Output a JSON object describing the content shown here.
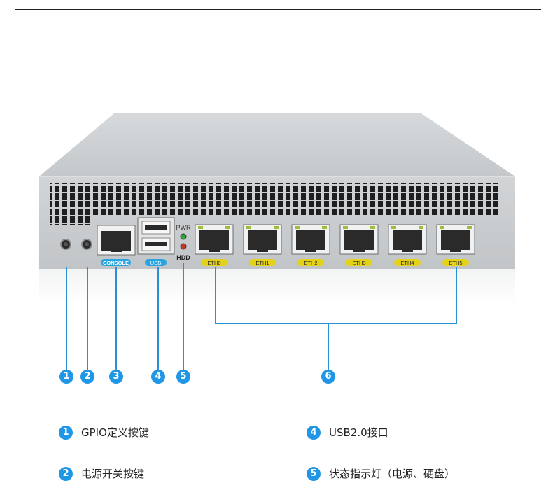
{
  "device": {
    "port_labels": {
      "console": "CONSOLE",
      "usb": "USB",
      "pwr": "PWR",
      "hdd": "HDD",
      "eth": [
        "ETH0",
        "ETH1",
        "ETH2",
        "ETH3",
        "ETH4",
        "ETH5"
      ]
    },
    "colors": {
      "chassis": "#bfc3c5",
      "console_tag": "#2aa4e0",
      "usb_tag": "#2aa4e0",
      "eth_tag": "#e4d21a",
      "pwr_led": "#2fa83a",
      "hdd_led": "#c0392b",
      "callout": "#1f96e6"
    }
  },
  "callouts": [
    "1",
    "2",
    "3",
    "4",
    "5",
    "6"
  ],
  "legend": [
    {
      "num": "1",
      "text": "GPIO定义按键"
    },
    {
      "num": "4",
      "text": "USB2.0接口"
    },
    {
      "num": "2",
      "text": "电源开关按键"
    },
    {
      "num": "5",
      "text": "状态指示灯（电源、硬盘）"
    }
  ]
}
